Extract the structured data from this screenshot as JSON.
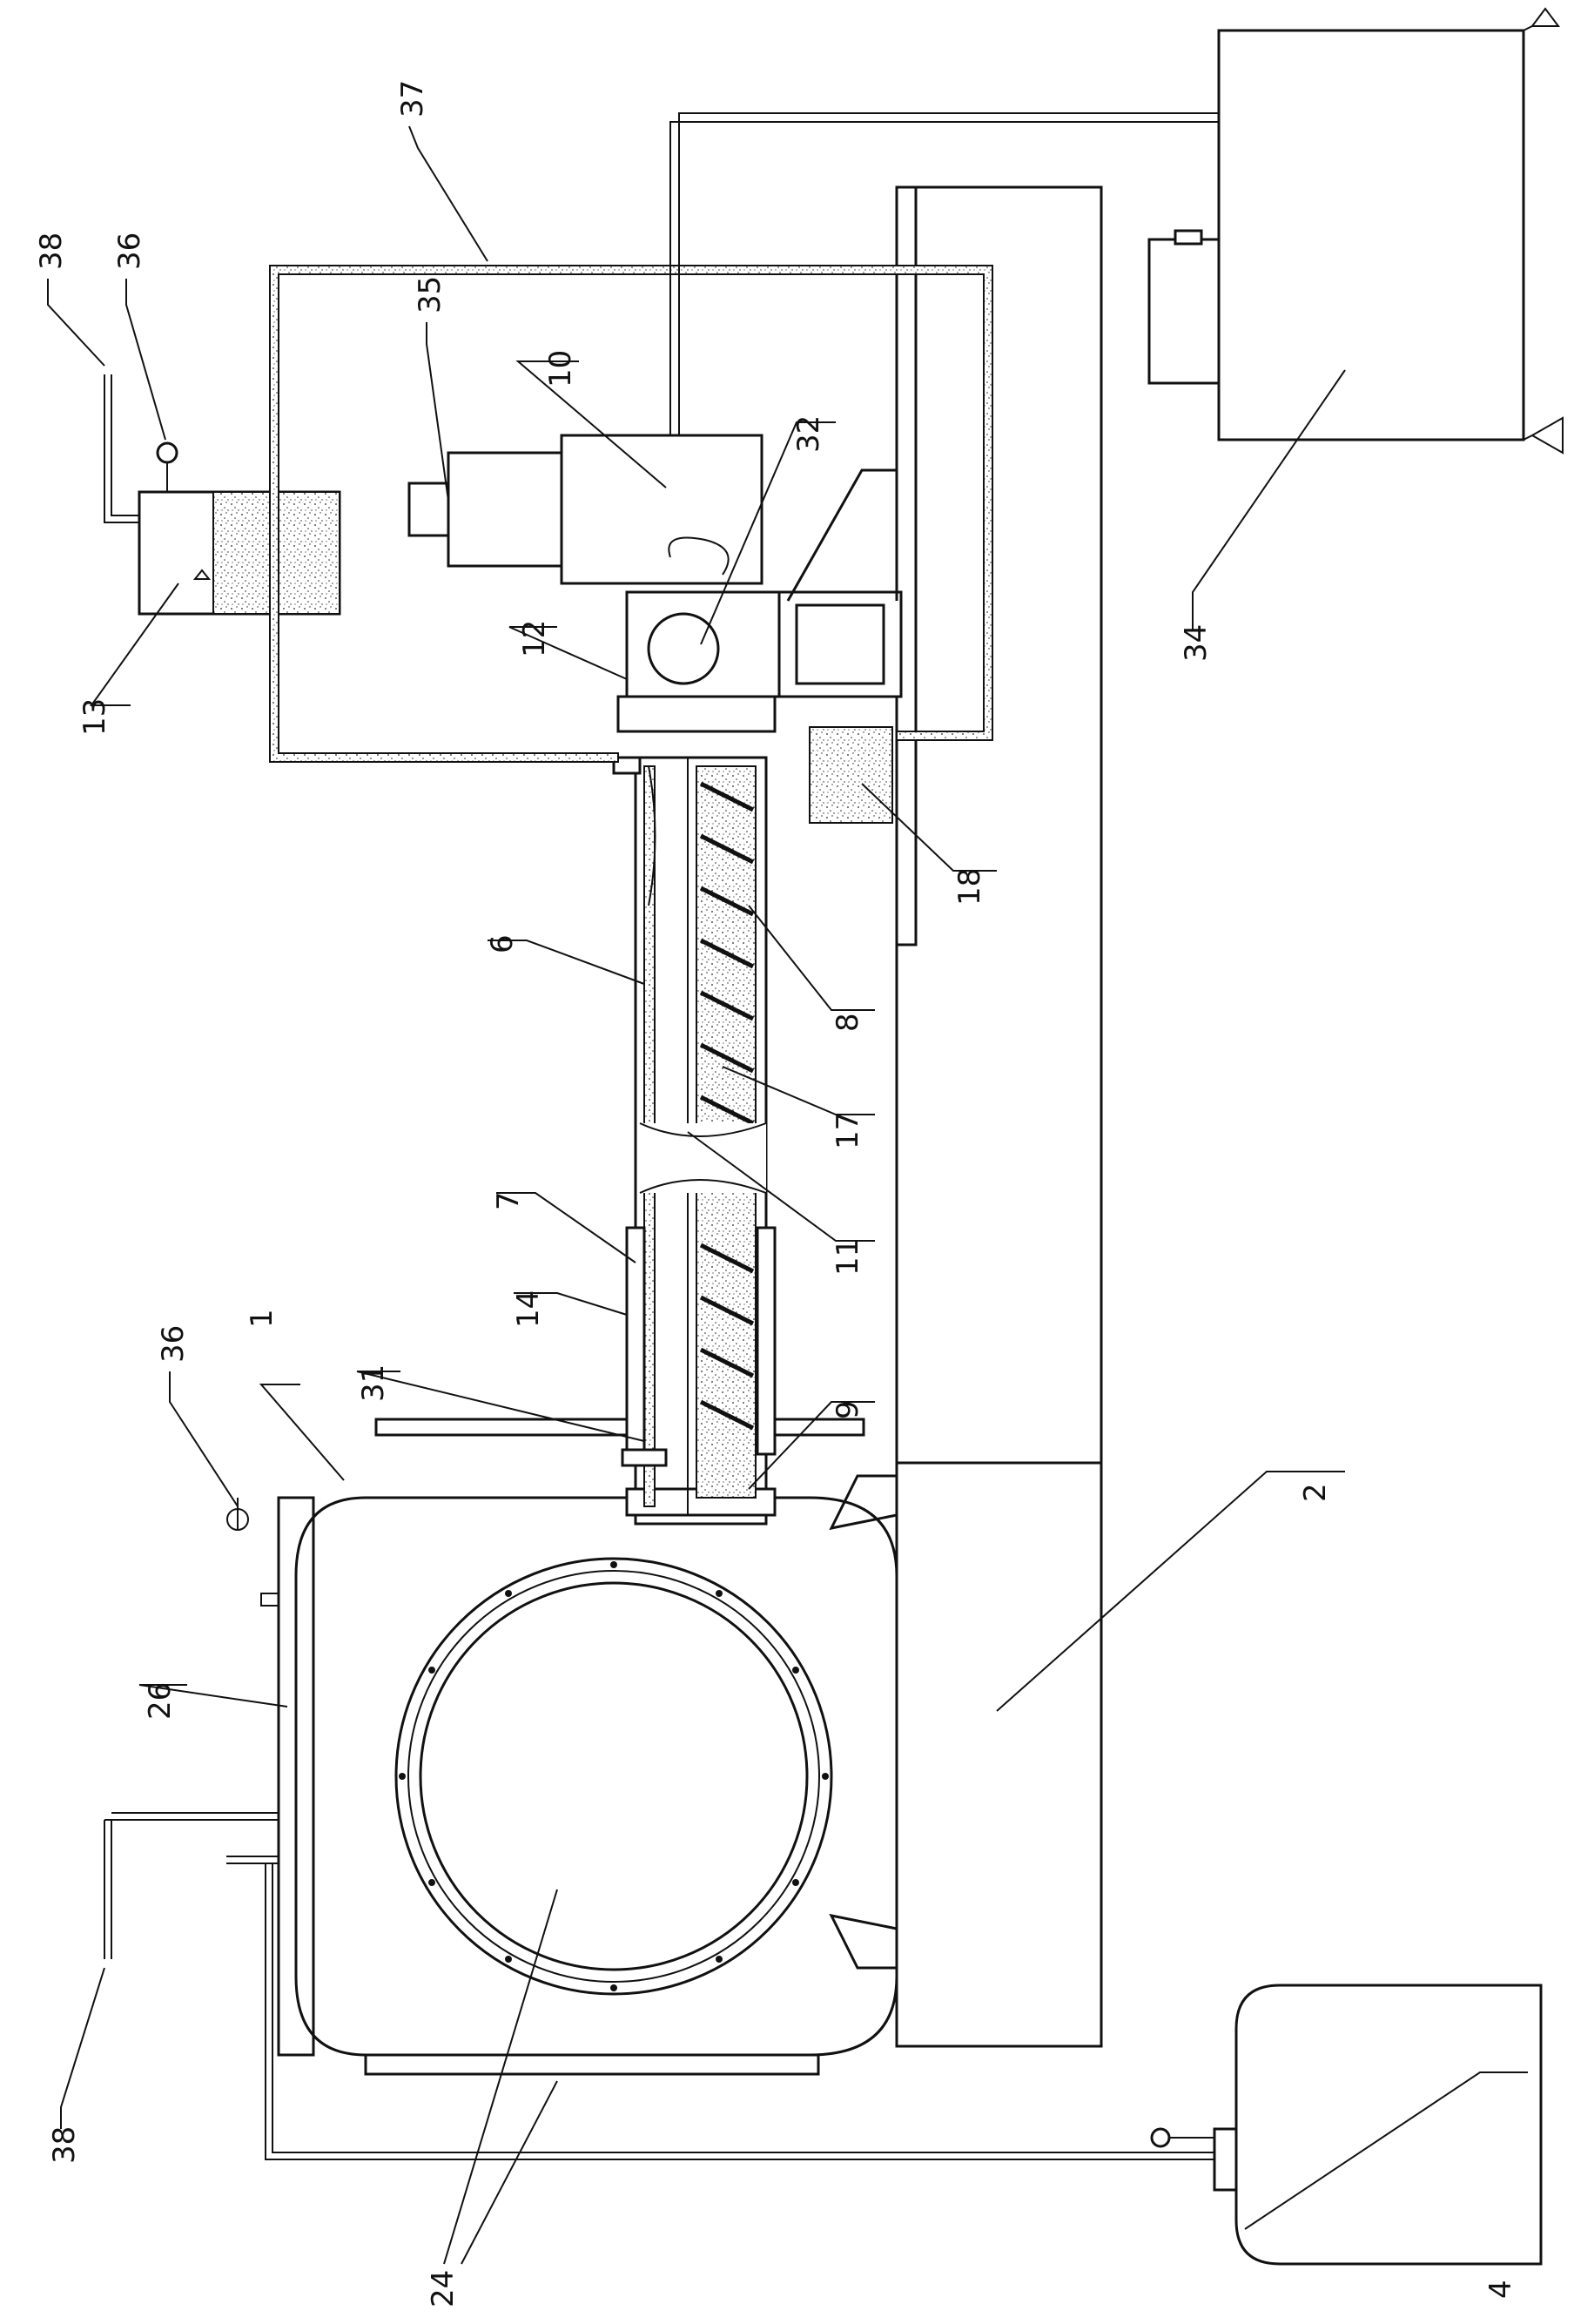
{
  "labels": {
    "l1": "1",
    "l2": "2",
    "l4": "4",
    "l6": "6",
    "l7": "7",
    "l8": "8",
    "l9": "9",
    "l10": "10",
    "l11": "11",
    "l12": "12",
    "l13": "13",
    "l14": "14",
    "l17": "17",
    "l18": "18",
    "l24": "24",
    "l26": "26",
    "l31": "31",
    "l32": "32",
    "l34": "34",
    "l35": "35",
    "l36a": "36",
    "l36b": "36",
    "l37": "37",
    "l38a": "38",
    "l38b": "38"
  }
}
